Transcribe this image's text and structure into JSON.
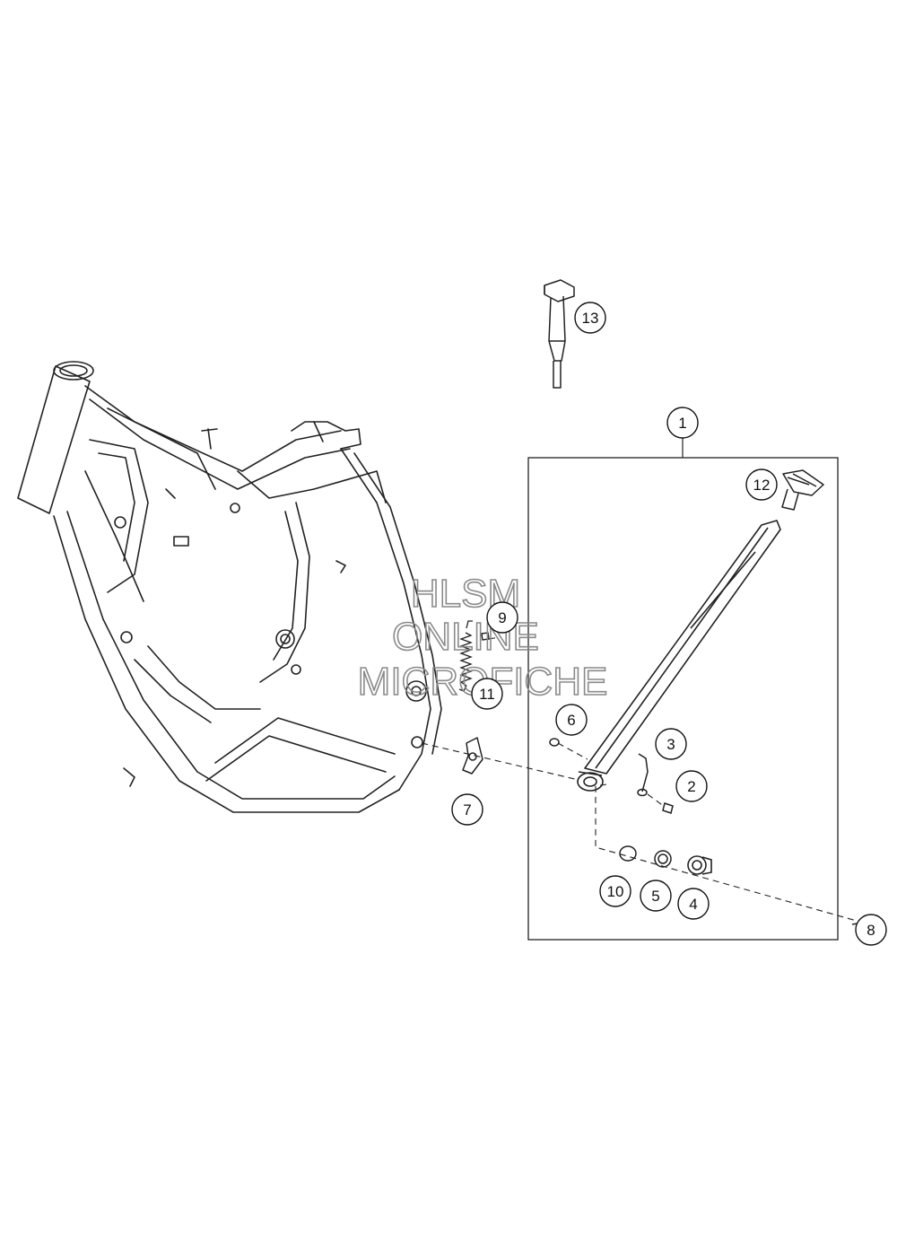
{
  "callouts": [
    "1",
    "2",
    "3",
    "4",
    "5",
    "6",
    "7",
    "8",
    "9",
    "10",
    "11",
    "12",
    "13"
  ],
  "watermark": {
    "line1": "HLSM",
    "line2": "ONLINE",
    "line3": "MICROFICHE"
  },
  "colors": {
    "line": "#222222",
    "watermark": "#8a8a8a"
  }
}
